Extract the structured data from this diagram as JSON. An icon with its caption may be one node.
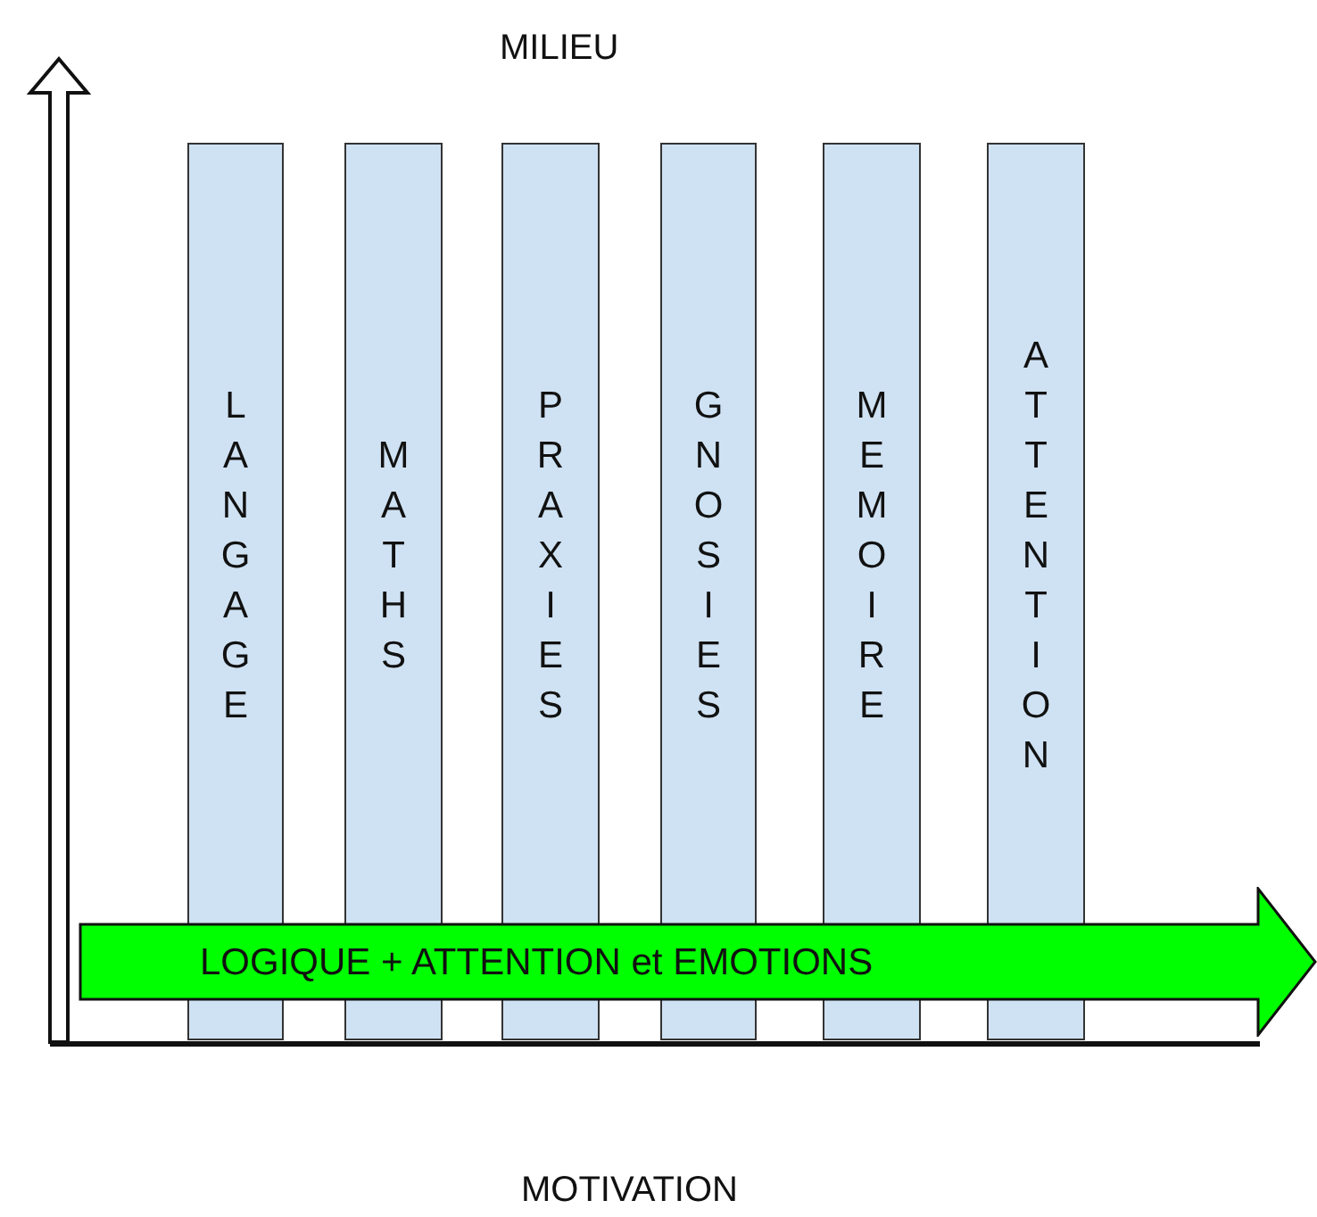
{
  "diagram": {
    "nodes": [
      {
        "text": [
          "LANGAGE"
        ]
      },
      {
        "text": [
          "MATHS"
        ]
      },
      {
        "text": [
          "PRAXIES"
        ]
      },
      {
        "text": [
          "GNOSIES"
        ]
      },
      {
        "text": [
          "MEMOIRE"
        ]
      },
      {
        "text": [
          "ATTENTION"
        ]
      },
      {
        "text": [
          "LOGIQUE + ATTENTION et EMOTIONS"
        ]
      }
    ],
    "labels": [
      "MILIEU",
      "MOTIVATION"
    ]
  }
}
